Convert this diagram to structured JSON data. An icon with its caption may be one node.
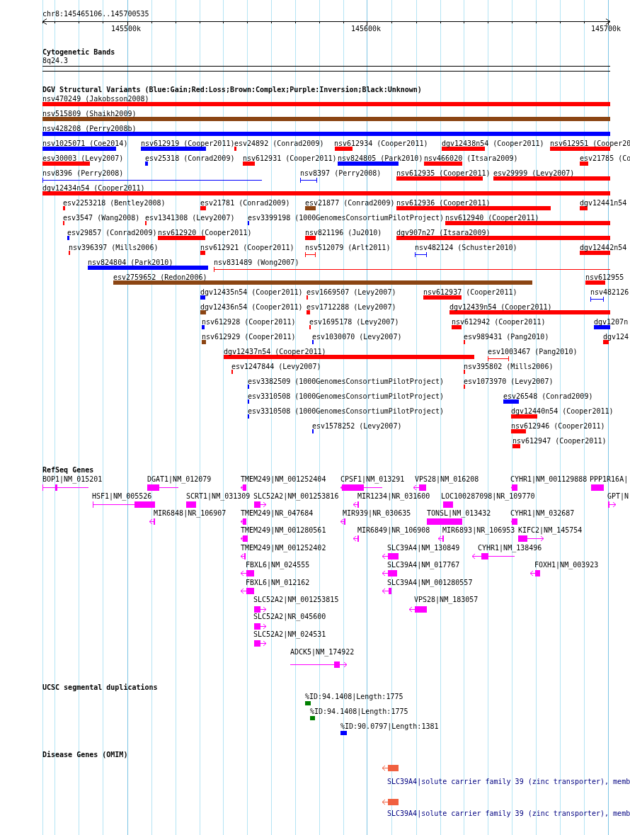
{
  "diagram": {
    "labels": [
      "chr8:145465106..145700535",
      "145500k",
      "145600k",
      "145700k",
      "Cytogenetic Bands",
      "8q24.3",
      "DGV Structural Variants (Blue:Gain;Red:Loss;Brown:Complex;Purple:Inversion;Black:Unknown)",
      "nsv470249 (Jakobsson2008)",
      "nsv515809 (Shaikh2009)",
      "nsv428208 (Perry2008b)",
      "nsv1025071 (Coe2014)",
      "nsv612919 (Cooper2011)",
      "esv24892 (Conrad2009)",
      "nsv612934 (Cooper2011)",
      "dgv12438n54 (Cooper2011)",
      "nsv612951 (Cooper20",
      "esv30003 (Levy2007)",
      "esv25318 (Conrad2009)",
      "nsv612931 (Cooper2011)",
      "nsv824805 (Park2010)",
      "nsv466020 (Itsara2009)",
      "esv21785 (Co",
      "nsv8396 (Perry2008)",
      "nsv8397 (Perry2008)",
      "nsv612935 (Cooper2011)",
      "esv29999 (Levy2007)",
      "dgv12434n54 (Cooper2011)",
      "esv2253218 (Bentley2008)",
      "esv21781 (Conrad2009)",
      "esv21877 (Conrad2009)",
      "nsv612936 (Cooper2011)",
      "dgv12441n54",
      "esv3547 (Wang2008)",
      "esv1341308 (Levy2007)",
      "esv3399198 (1000GenomesConsortiumPilotProject)",
      "nsv612940 (Cooper2011)",
      "esv29857 (Conrad2009)",
      "nsv612920 (Cooper2011)",
      "nsv821196 (Ju2010)",
      "dgv907n27 (Itsara2009)",
      "nsv396397 (Mills2006)",
      "nsv612921 (Cooper2011)",
      "nsv512079 (Arlt2011)",
      "nsv482124 (Schuster2010)",
      "dgv12442n54",
      "nsv824804 (Park2010)",
      "nsv831489 (Wong2007)",
      "esv2759652 (Redon2006)",
      "nsv612955",
      "dgv12435n54 (Cooper2011)",
      "esv1669507 (Levy2007)",
      "nsv612937 (Cooper2011)",
      "nsv482126",
      "dgv12436n54 (Cooper2011)",
      "esv1712288 (Levy2007)",
      "dgv12439n54 (Cooper2011)",
      "nsv612928 (Cooper2011)",
      "esv1695178 (Levy2007)",
      "nsv612942 (Cooper2011)",
      "dgv1207n",
      "nsv612929 (Cooper2011)",
      "esv1030070 (Levy2007)",
      "esv989431 (Pang2010)",
      "dgv124",
      "dgv12437n54 (Cooper2011)",
      "esv1003467 (Pang2010)",
      "esv1247844 (Levy2007)",
      "nsv395802 (Mills2006)",
      "esv3382509 (1000GenomesConsortiumPilotProject)",
      "esv1073970 (Levy2007)",
      "esv3310508 (1000GenomesConsortiumPilotProject)",
      "esv26548 (Conrad2009)",
      "esv3310508 (1000GenomesConsortiumPilotProject)",
      "dgv12440n54 (Cooper2011)",
      "esv1578252 (Levy2007)",
      "nsv612946 (Cooper2011)",
      "nsv612947 (Cooper2011)",
      "RefSeq Genes",
      "BOP1|NM_015201",
      "DGAT1|NM_012079",
      "TMEM249|NM_001252404",
      "CPSF1|NM_013291",
      "VPS28|NM_016208",
      "CYHR1|NM_001129888",
      "PPP1R16A|",
      "HSF1|NM_005526",
      "SCRT1|NM_031309",
      "SLC52A2|NM_001253816",
      "MIR1234|NR_031600",
      "LOC100287098|NR_109770",
      "GPT|N",
      "MIR6848|NR_106907",
      "TMEM249|NR_047684",
      "MIR939|NR_030635",
      "TONSL|NM_013432",
      "CYHR1|NM_032687",
      "TMEM249|NM_001280561",
      "MIR6849|NR_106908",
      "MIR6893|NR_106953",
      "KIFC2|NM_145754",
      "TMEM249|NM_001252402",
      "SLC39A4|NM_130849",
      "CYHR1|NM_138496",
      "FBXL6|NM_024555",
      "SLC39A4|NM_017767",
      "FOXH1|NM_003923",
      "FBXL6|NM_012162",
      "SLC39A4|NM_001280557",
      "SLC52A2|NM_001253815",
      "VPS28|NM_183057",
      "SLC52A2|NR_045600",
      "SLC52A2|NM_024531",
      "ADCK5|NM_174922",
      "UCSC segmental duplications",
      "%ID:94.1408|Length:1775",
      "%ID:94.1408|Length:1775",
      "%ID:90.0797|Length:1381",
      "Disease Genes (OMIM)",
      "SLC39A4|solute carrier family 39 (zinc transporter), memb",
      "SLC39A4|solute carrier family 39 (zinc transporter), memb"
    ]
  }
}
